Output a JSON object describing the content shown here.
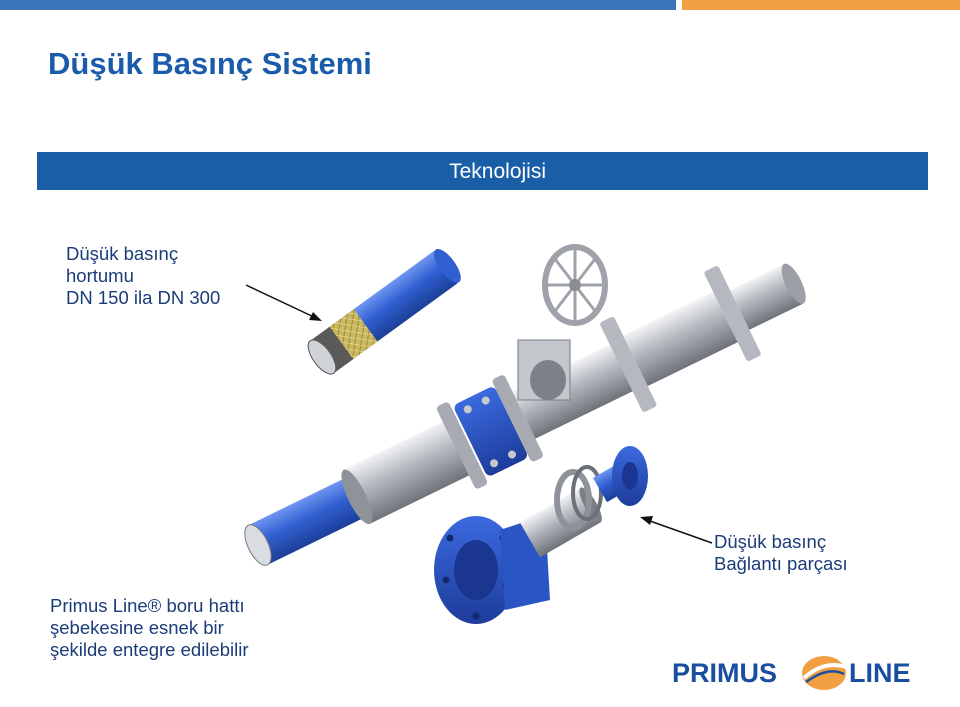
{
  "header": {
    "title": "Düşük Basınç Sistemi"
  },
  "section": {
    "label": "Teknolojisi"
  },
  "captions": {
    "hose": [
      "Düşük basınç",
      "hortumu",
      "DN 150 ila DN 300"
    ],
    "connector": [
      "Düşük basınç",
      "Bağlantı parçası"
    ],
    "primus": [
      "Primus Line® boru hattı",
      "şebekesine esnek bir",
      "şekilde entegre edilebilir"
    ]
  },
  "logo": {
    "word1": "PRIMUS",
    "word2": "LINE"
  },
  "colors": {
    "brand_blue": "#1b5ea8",
    "title_blue": "#1a5cab",
    "accent_orange": "#f0a040",
    "pipe_blue": "#2f5fd0",
    "steel": "#b8bcc2"
  }
}
